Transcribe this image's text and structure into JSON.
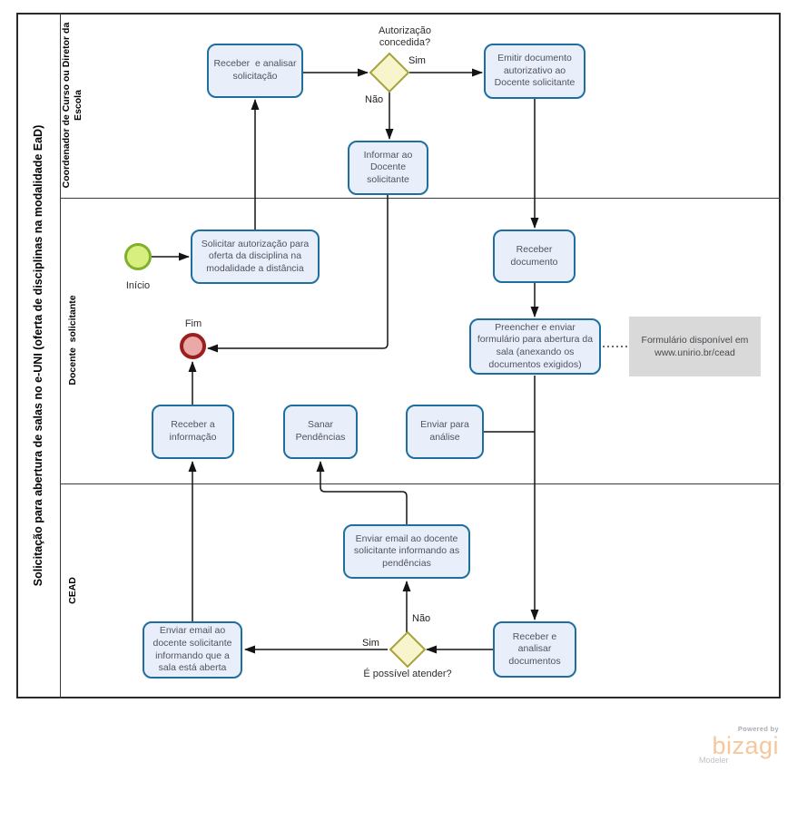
{
  "pool": {
    "title": "Solicitação para abertura de salas no e-UNI (oferta de disciplinas na modalidade EaD)"
  },
  "lanes": {
    "coordenador": "Coordenador de Curso ou Diretor da Escola",
    "docente": "Docente  solicitante",
    "cead": "CEAD"
  },
  "events": {
    "start": "Início",
    "end": "Fim"
  },
  "tasks": {
    "t1": "Receber  e analisar solicitação",
    "t2": "Emitir documento autorizativo ao Docente solicitante",
    "t3": "Informar ao Docente solicitante",
    "t4": "Solicitar autorização para oferta da disciplina na modalidade a distância",
    "t5": "Receber documento",
    "t6": "Preencher e enviar formulário para abertura da sala (anexando os documentos exigidos)",
    "t7": "Receber a informação",
    "t8": "Sanar Pendências",
    "t9": "Enviar para análise",
    "t10": "Enviar email ao docente solicitante informando as pendências",
    "t11": "Enviar email ao docente solicitante informando que a sala está aberta",
    "t12": "Receber e analisar documentos"
  },
  "gateways": {
    "g1": {
      "question": "Autorização concedida?",
      "yes": "Sim",
      "no": "Não"
    },
    "g2": {
      "question": "É possível atender?",
      "yes": "Sim",
      "no": "Não"
    }
  },
  "annotation": "Formulário disponível em www.unirio.br/cead",
  "logo": {
    "powered_by": "Powered by",
    "brand": "bizagi",
    "product": "Modeler"
  },
  "colors": {
    "task_border": "#1e6f9f",
    "task_fill": "#e9eefb",
    "gateway_border": "#a7a23a",
    "gateway_fill": "#f8f5cd",
    "start_border": "#7fb22a",
    "start_fill": "#d8ef7f",
    "end_border": "#9c1f1f",
    "end_fill": "#eaa9a6",
    "annotation_fill": "#d9d9d9",
    "brand_color": "#f5c79d"
  }
}
